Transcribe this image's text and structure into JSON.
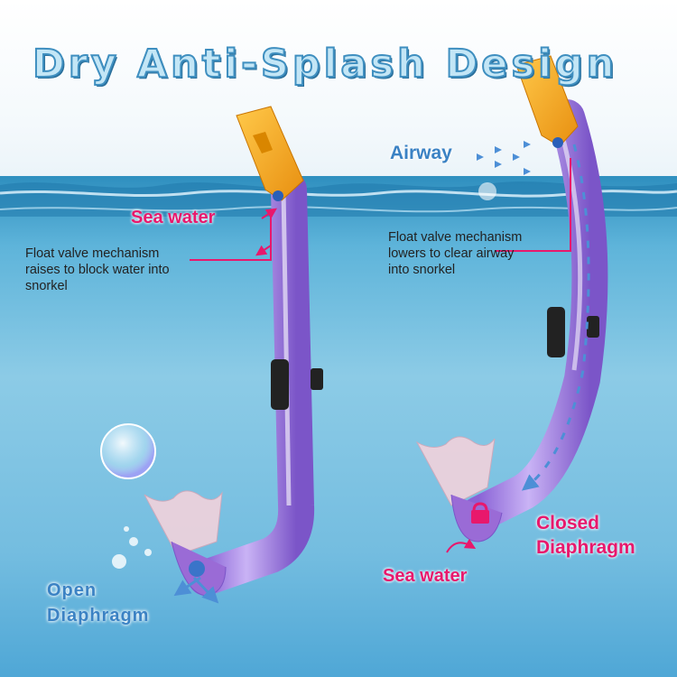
{
  "title": "Dry Anti-Splash Design",
  "labels": {
    "sea_water_top": "Sea water",
    "float_left": "Float valve mechanism\nraises to block water into\nsnorkel",
    "airway": "Airway",
    "float_right": "Float valve mechanism\nlowers to clear airway\ninto snorkel",
    "closed_diaphragm": "Closed\nDiaphragm",
    "sea_water_bottom": "Sea water",
    "open_diaphragm": "Open\nDiaphragm"
  },
  "colors": {
    "tube": "#a98be8",
    "tube_dark": "#7b55c8",
    "top_guard": "#f7a823",
    "callout": "#e8186c",
    "flow_arrow": "#4d8fd6"
  }
}
